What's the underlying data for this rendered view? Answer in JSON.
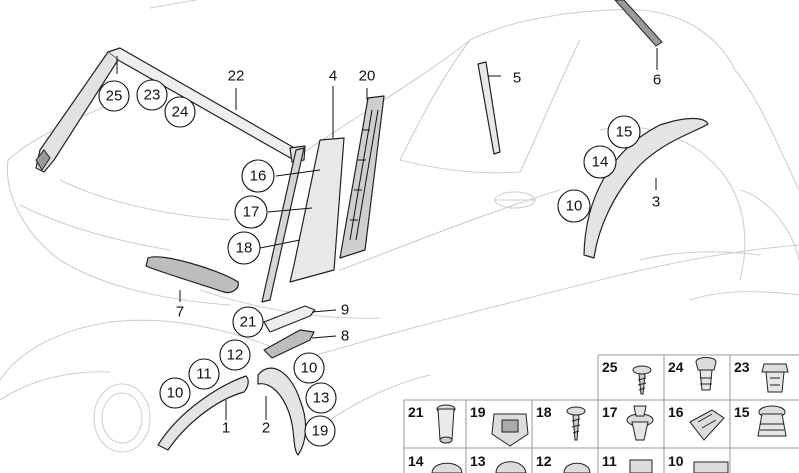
{
  "callouts": {
    "c25": "25",
    "c23": "23",
    "c24": "24",
    "c22": "22",
    "c16": "16",
    "c17": "17",
    "c18": "18",
    "c4": "4",
    "c20": "20",
    "c5": "5",
    "c6": "6",
    "c15": "15",
    "c14": "14",
    "c10a": "10",
    "c3": "3",
    "c7": "7",
    "c9": "9",
    "c8": "8",
    "c21": "21",
    "c12": "12",
    "c11": "11",
    "c10b": "10",
    "c1": "1",
    "c2": "2",
    "c10c": "10",
    "c13": "13",
    "c19": "19"
  },
  "fastener_grid": {
    "row1": [
      "25",
      "24",
      "23"
    ],
    "row2": [
      "21",
      "19",
      "18",
      "17",
      "16",
      "15"
    ],
    "row3": [
      "14",
      "13",
      "12",
      "11",
      "10"
    ]
  }
}
